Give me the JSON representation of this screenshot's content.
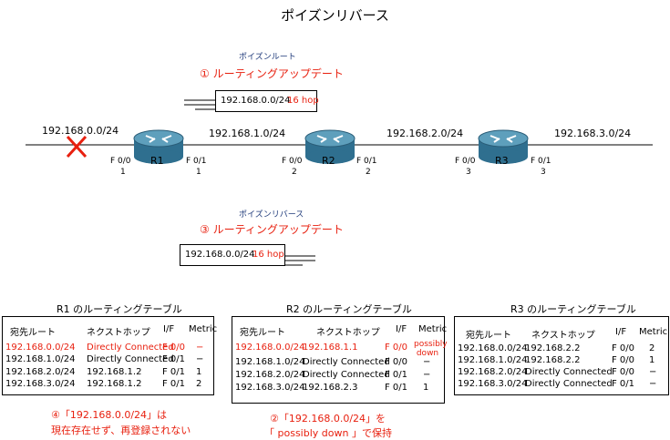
{
  "title": "ポイズンリバース",
  "top_update": {
    "caption": "ポイズンルート",
    "step": "①  ルーティングアップデート",
    "entry_net": "192.168.0.0/24",
    "entry_hop": "16 hop"
  },
  "bottom_update": {
    "caption": "ポイズンリバース",
    "step": "③  ルーティングアップデート",
    "entry_net": "192.168.0.0/24",
    "entry_hop": "16 hop"
  },
  "networks": {
    "n0": "192.168.0.0/24",
    "n1": "192.168.1.0/24",
    "n2": "192.168.2.0/24",
    "n3": "192.168.3.0/24"
  },
  "routers": [
    {
      "name": "R1",
      "if_left": "F 0/0",
      "ip_left": "1",
      "if_right": "F 0/1",
      "ip_right": "1"
    },
    {
      "name": "R2",
      "if_left": "F 0/0",
      "ip_left": "2",
      "if_right": "F 0/1",
      "ip_right": "2"
    },
    {
      "name": "R3",
      "if_left": "F 0/0",
      "ip_left": "3",
      "if_right": "F 0/1",
      "ip_right": "3"
    }
  ],
  "table_headers": {
    "dest": "宛先ルート",
    "next": "ネクストホップ",
    "if": "I/F",
    "metric": "Metric"
  },
  "tables": [
    {
      "title": "R1 のルーティングテーブル",
      "rows": [
        {
          "dest": "192.168.0.0/24",
          "next": "Directly Connected",
          "if": "F 0/0",
          "metric": "−"
        },
        {
          "dest": "192.168.1.0/24",
          "next": "Directly Connected",
          "if": "F 0/1",
          "metric": "−"
        },
        {
          "dest": "192.168.2.0/24",
          "next": "192.168.1.2",
          "if": "F 0/1",
          "metric": "1"
        },
        {
          "dest": "192.168.3.0/24",
          "next": "192.168.1.2",
          "if": "F 0/1",
          "metric": "2"
        }
      ]
    },
    {
      "title": "R2 のルーティングテーブル",
      "rows": [
        {
          "dest": "192.168.0.0/24",
          "next": "192.168.1.1",
          "if": "F 0/0",
          "metric": "possibly down"
        },
        {
          "dest": "192.168.1.0/24",
          "next": "Directly Connected",
          "if": "F 0/0",
          "metric": "−"
        },
        {
          "dest": "192.168.2.0/24",
          "next": "Directly Connected",
          "if": "F 0/1",
          "metric": "−"
        },
        {
          "dest": "192.168.3.0/24",
          "next": "192.168.2.3",
          "if": "F 0/1",
          "metric": "1"
        }
      ]
    },
    {
      "title": "R3 のルーティングテーブル",
      "rows": [
        {
          "dest": "192.168.0.0/24",
          "next": "192.168.2.2",
          "if": "F 0/0",
          "metric": "2"
        },
        {
          "dest": "192.168.1.0/24",
          "next": "192.168.2.2",
          "if": "F 0/0",
          "metric": "1"
        },
        {
          "dest": "192.168.2.0/24",
          "next": "Directly Connected",
          "if": "F 0/0",
          "metric": "−"
        },
        {
          "dest": "192.168.3.0/24",
          "next": "Directly Connected",
          "if": "F 0/1",
          "metric": "−"
        }
      ]
    }
  ],
  "notes": {
    "note4_line1": "④「192.168.0.0/24」は",
    "note4_line2": "現在存在せず、再登録されない",
    "note2_line1": "②「192.168.0.0/24」を",
    "note2_line2": "「 possibly down 」で保持"
  },
  "colors": {
    "accent": "#e8200f",
    "caption": "#1f3a7a",
    "router": "#2f6f8f"
  }
}
